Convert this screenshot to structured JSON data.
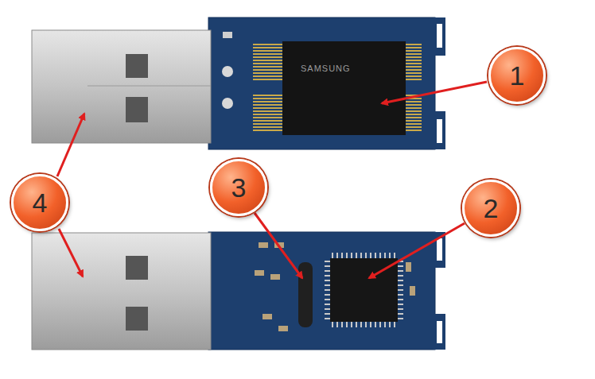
{
  "diagram": {
    "nodes": [
      {
        "text": [
          "1"
        ]
      },
      {
        "text": [
          "2"
        ]
      },
      {
        "text": [
          "3"
        ]
      },
      {
        "text": [
          "4"
        ]
      }
    ],
    "labels": [
      "SAMSUNG"
    ]
  }
}
